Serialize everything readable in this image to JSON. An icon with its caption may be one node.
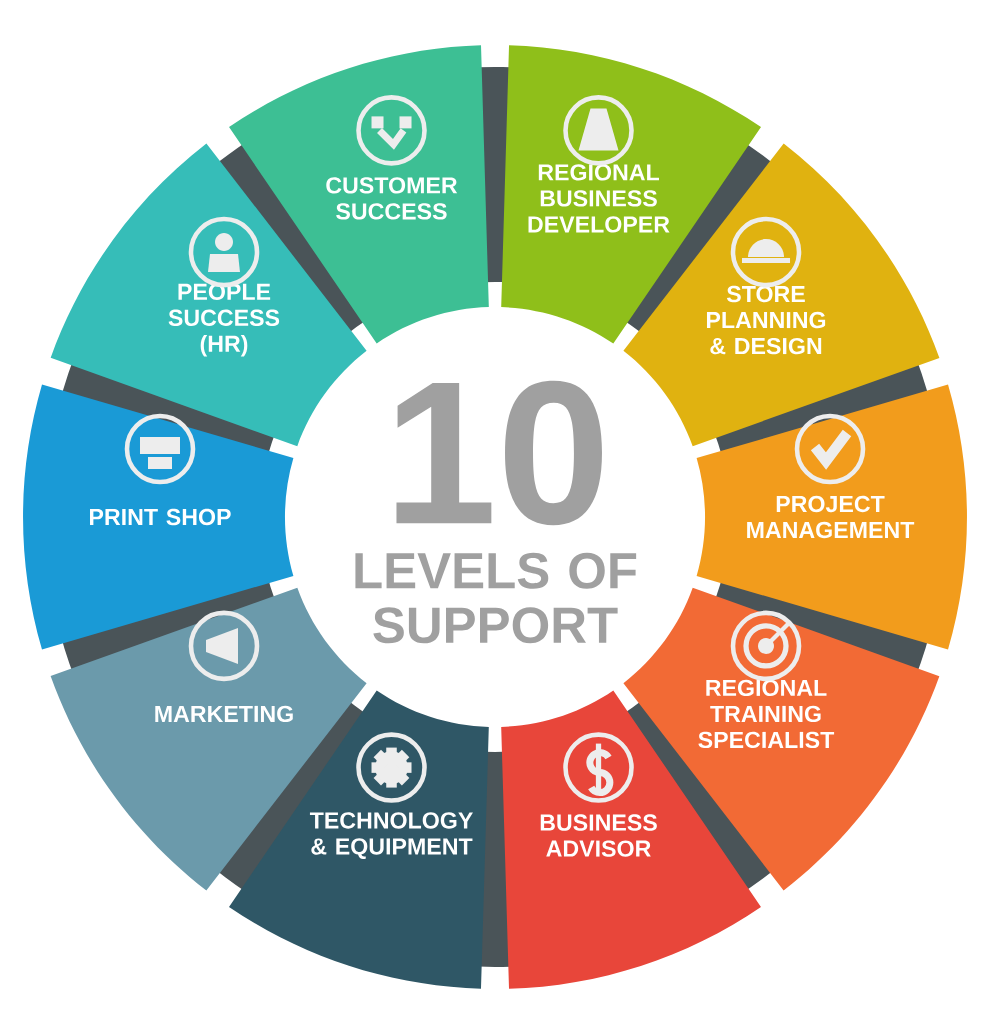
{
  "diagram": {
    "nodes": [
      {
        "text": [
          "CUSTOMER SUCCESS"
        ]
      },
      {
        "text": [
          "REGIONAL BUSINESS DEVELOPER"
        ]
      },
      {
        "text": [
          "STORE PLANNING & DESIGN"
        ]
      },
      {
        "text": [
          "PROJECT MANAGEMENT"
        ]
      },
      {
        "text": [
          "REGIONAL TRAINING SPECIALIST"
        ]
      },
      {
        "text": [
          "BUSINESS ADVISOR"
        ]
      },
      {
        "text": [
          "TECHNOLOGY & EQUIPMENT"
        ]
      },
      {
        "text": [
          "MARKETING"
        ]
      },
      {
        "text": [
          "PRINT SHOP"
        ]
      },
      {
        "text": [
          "PEOPLE SUCCESS (HR)"
        ]
      }
    ],
    "labels": [
      "10",
      "LEVELS OF SUPPORT"
    ]
  }
}
